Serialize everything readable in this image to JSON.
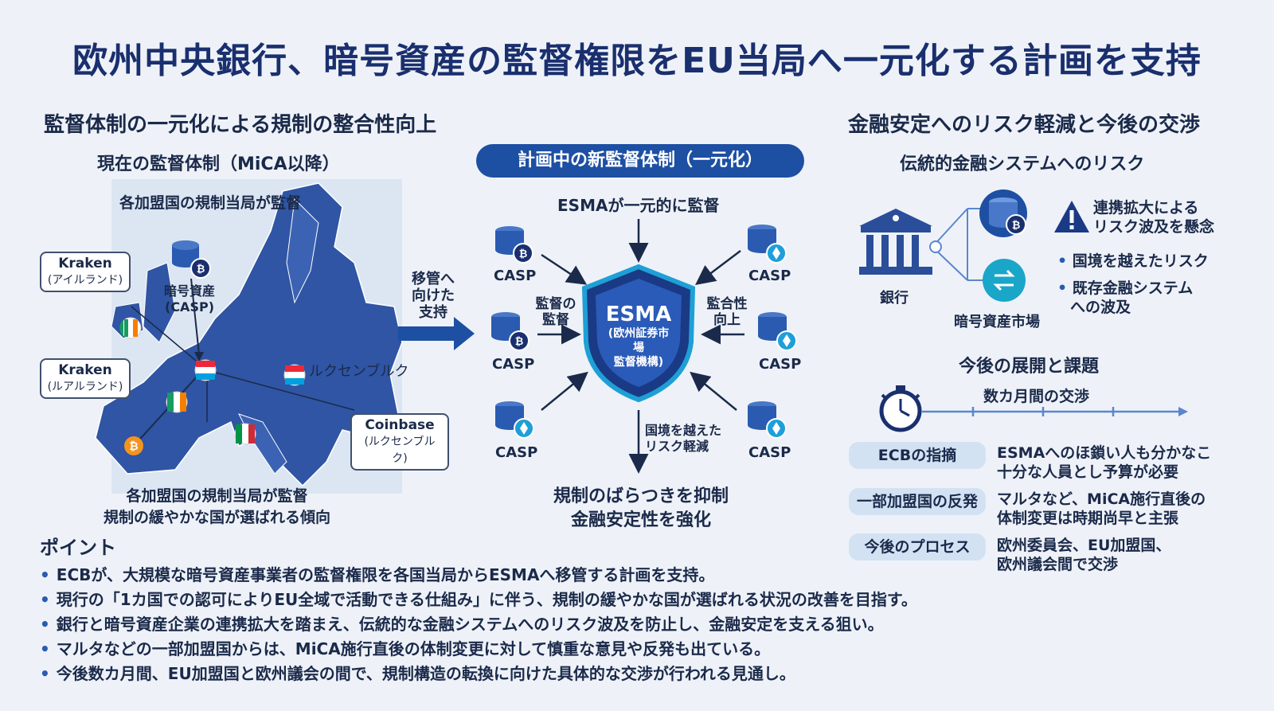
{
  "title": "欧州中央銀行、暗号資産の監督権限をEU当局へ一元化する計画を支持",
  "left": {
    "heading": "監督体制の一元化による規制の整合性向上",
    "current_title": "現在の監督体制（MiCA以降）",
    "current_sub": "各加盟国の規制当局が監督",
    "crypto_label_1": "暗号資産",
    "crypto_label_2": "(CASP)",
    "kraken1_name": "Kraken",
    "kraken1_country": "(アイルランド)",
    "kraken2_name": "Kraken",
    "kraken2_country": "(ルアルランド)",
    "luxembourg": "ルクセンブルク",
    "coinbase_name": "Coinbase",
    "coinbase_country": "(ルクセンブルク)",
    "caption_1": "各加盟国の規制当局が監督",
    "caption_2": "規制の緩やかな国が選ばれる傾向"
  },
  "transfer": {
    "line1": "移管へ",
    "line2": "向けた",
    "line3": "支持"
  },
  "center": {
    "pill": "計画中の新監督体制（一元化）",
    "top_label": "ESMAが一元的に監督",
    "esma": "ESMA",
    "esma_sub1": "(欧州証券市場",
    "esma_sub2": "監督機構)",
    "casp": "CASP",
    "left_label_1": "監督の",
    "left_label_2": "監督",
    "right_label_1": "監合性",
    "right_label_2": "向上",
    "bottom_label_1": "国境を越えた",
    "bottom_label_2": "リスク軽減",
    "footer_1": "規制のばらつきを抑制",
    "footer_2": "金融安定性を強化"
  },
  "right": {
    "heading": "金融安定へのリスク軽減と今後の交渉",
    "risk_title": "伝統的金融システムへのリスク",
    "bank": "銀行",
    "market": "暗号資産市場",
    "warning_1": "連携拡大による",
    "warning_2": "リスク波及を懸念",
    "bullet_1": "国境を越えたリスク",
    "bullet_2a": "既存金融システム",
    "bullet_2b": "への波及",
    "future_title": "今後の展開と課題",
    "timeline_label": "数カ月間の交渉",
    "rows": [
      {
        "tag": "ECBの指摘",
        "line1": "ESMAへのほ鎖い人も分かなこ",
        "line2": "十分な人員とし予算が必要"
      },
      {
        "tag": "一部加盟国の反発",
        "line1": "マルタなど、MiCA施行直後の",
        "line2": "体制変更は時期尚早と主張"
      },
      {
        "tag": "今後のプロセス",
        "line1": "欧州委員会、EU加盟国、",
        "line2": "欧州議会間で交渉"
      }
    ]
  },
  "points": {
    "heading": "ポイント",
    "items": [
      "ECBが、大規模な暗号資産事業者の監督権限を各国当局からESMAへ移管する計画を支持。",
      "現行の「1カ国での認可によりEU全域で活動できる仕組み」に伴う、規制の緩やかな国が選ばれる状況の改善を目指す。",
      "銀行と暗号資産企業の連携拡大を踏まえ、伝統的な金融システムへのリスク波及を防止し、金融安定を支える狙い。",
      "マルタなどの一部加盟国からは、MiCA施行直後の体制変更に対して慎重な意見や反発も出ている。",
      "今後数カ月間、EU加盟国と欧州議会の間で、規制構造の転換に向けた具体的な交渉が行われる見通し。"
    ]
  },
  "colors": {
    "primary": "#1d4fa3",
    "navy": "#1a2f6e",
    "bitcoin": "#f39321",
    "eth": "#1e9fd9",
    "teal": "#1aa6c9"
  }
}
